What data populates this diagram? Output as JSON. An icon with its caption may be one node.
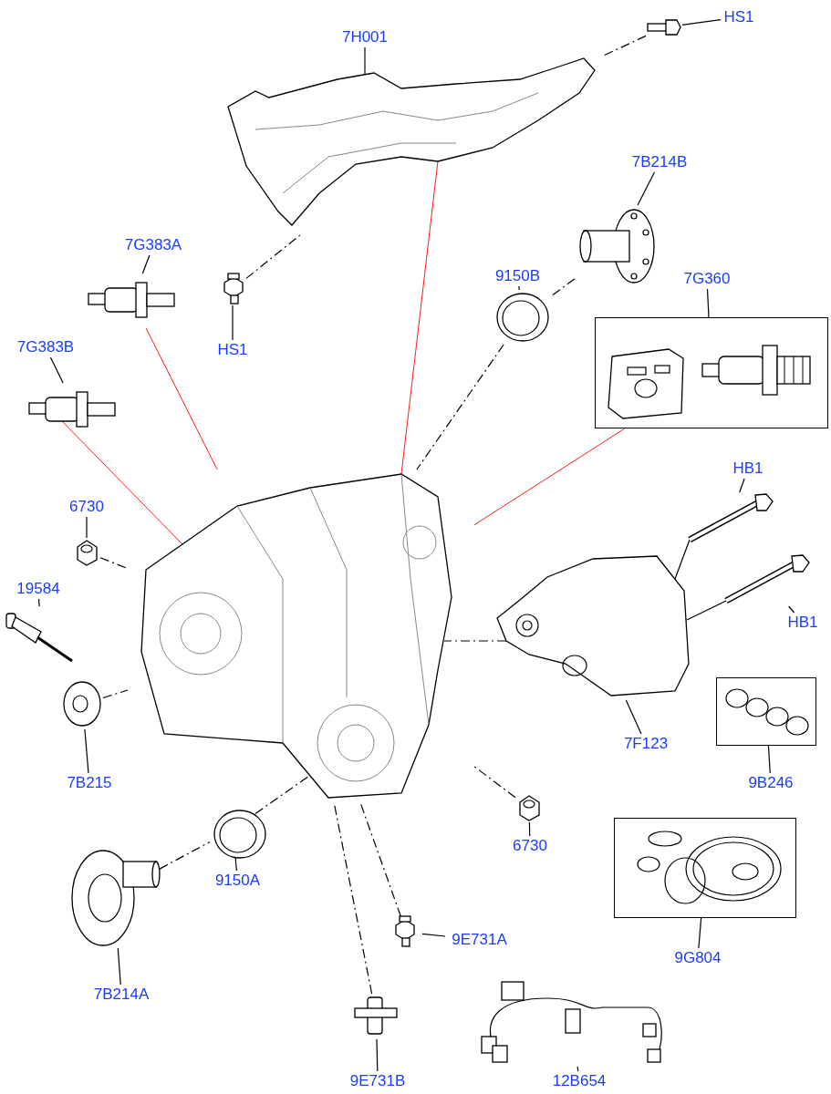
{
  "diagram": {
    "nodes": [
      {
        "text": [
          "HS1"
        ]
      },
      {
        "text": [],
        "shape": "picture"
      },
      {
        "text": [
          "7H001"
        ]
      },
      {
        "text": [],
        "shape": "picture"
      },
      {
        "text": [
          "7B214B"
        ]
      },
      {
        "text": [],
        "shape": "picture"
      },
      {
        "text": [
          "9150B"
        ]
      },
      {
        "text": [],
        "shape": "picture"
      },
      {
        "text": [
          "7G360"
        ]
      },
      {
        "text": [],
        "shape": "box"
      },
      {
        "text": [],
        "shape": "picture",
        "in": 9
      },
      {
        "text": [],
        "shape": "picture",
        "in": 9
      },
      {
        "text": [
          "7G383A"
        ]
      },
      {
        "text": [],
        "shape": "picture"
      },
      {
        "text": [
          "HS1"
        ]
      },
      {
        "text": [],
        "shape": "picture"
      },
      {
        "text": [
          "7G383B"
        ]
      },
      {
        "text": [],
        "shape": "picture"
      },
      {
        "text": [
          "6730"
        ]
      },
      {
        "text": [],
        "shape": "picture"
      },
      {
        "text": [
          "19584"
        ]
      },
      {
        "text": [],
        "shape": "picture"
      },
      {
        "text": [
          "HB1"
        ]
      },
      {
        "text": [],
        "shape": "picture"
      },
      {
        "text": [
          "HB1"
        ]
      },
      {
        "text": [],
        "shape": "picture"
      },
      {
        "text": [],
        "shape": "picture"
      },
      {
        "text": [
          "7F123"
        ]
      },
      {
        "text": [],
        "shape": "picture"
      },
      {
        "text": [
          "9B246"
        ]
      },
      {
        "text": [],
        "shape": "box"
      },
      {
        "text": [],
        "shape": "picture",
        "in": 30
      },
      {
        "text": [
          "7B215"
        ]
      },
      {
        "text": [],
        "shape": "picture"
      },
      {
        "text": [
          "6730"
        ]
      },
      {
        "text": [],
        "shape": "picture"
      },
      {
        "text": [
          "9150A"
        ]
      },
      {
        "text": [],
        "shape": "picture"
      },
      {
        "text": [
          "9G804"
        ]
      },
      {
        "text": [],
        "shape": "box"
      },
      {
        "text": [],
        "shape": "picture",
        "in": 39
      },
      {
        "text": [
          "7B214A"
        ]
      },
      {
        "text": [],
        "shape": "picture"
      },
      {
        "text": [
          "9E731A"
        ]
      },
      {
        "text": [],
        "shape": "picture"
      },
      {
        "text": [
          "9E731B"
        ]
      },
      {
        "text": [],
        "shape": "picture"
      },
      {
        "text": [
          "12B654"
        ]
      },
      {
        "text": [],
        "shape": "picture"
      }
    ],
    "edges": [
      {
        "from": 0,
        "to": 1,
        "arrow": "none"
      },
      {
        "from": 2,
        "to": 3,
        "arrow": "none"
      },
      {
        "from": 4,
        "to": 5,
        "arrow": "none"
      },
      {
        "from": 6,
        "to": 7,
        "arrow": "none"
      },
      {
        "from": 8,
        "to": 9,
        "arrow": "none"
      },
      {
        "from": 12,
        "to": 13,
        "arrow": "none"
      },
      {
        "from": 14,
        "to": 15,
        "arrow": "none"
      },
      {
        "from": 16,
        "to": 17,
        "arrow": "none"
      },
      {
        "from": 18,
        "to": 19,
        "arrow": "none"
      },
      {
        "from": 20,
        "to": 21,
        "arrow": "none"
      },
      {
        "from": 22,
        "to": 23,
        "arrow": "none"
      },
      {
        "from": 24,
        "to": 25,
        "arrow": "none"
      },
      {
        "from": 27,
        "to": 28,
        "arrow": "none"
      },
      {
        "from": 29,
        "to": 30,
        "arrow": "none"
      },
      {
        "from": 32,
        "to": 33,
        "arrow": "none"
      },
      {
        "from": 34,
        "to": 35,
        "arrow": "none"
      },
      {
        "from": 36,
        "to": 37,
        "arrow": "none"
      },
      {
        "from": 38,
        "to": 39,
        "arrow": "none"
      },
      {
        "from": 41,
        "to": 42,
        "arrow": "none"
      },
      {
        "from": 43,
        "to": 44,
        "arrow": "none"
      },
      {
        "from": 45,
        "to": 46,
        "arrow": "none"
      },
      {
        "from": 47,
        "to": 48,
        "arrow": "none"
      },
      {
        "from": 1,
        "to": 3,
        "arrow": "none",
        "style": "dashed"
      },
      {
        "from": 15,
        "to": 3,
        "arrow": "none",
        "style": "dashed"
      },
      {
        "from": 5,
        "to": 7,
        "arrow": "none",
        "style": "dashed"
      },
      {
        "from": 7,
        "to": 26,
        "arrow": "none",
        "style": "dashed"
      },
      {
        "from": 19,
        "to": 26,
        "arrow": "none",
        "style": "dashed"
      },
      {
        "from": 33,
        "to": 26,
        "arrow": "none",
        "style": "dashed"
      },
      {
        "from": 28,
        "to": 26,
        "arrow": "none",
        "style": "dashed"
      },
      {
        "from": 23,
        "to": 28,
        "arrow": "none"
      },
      {
        "from": 25,
        "to": 28,
        "arrow": "none"
      },
      {
        "from": 35,
        "to": 26,
        "arrow": "none",
        "style": "dashed"
      },
      {
        "from": 37,
        "to": 26,
        "arrow": "none",
        "style": "dashed"
      },
      {
        "from": 42,
        "to": 37,
        "arrow": "none",
        "style": "dashed"
      },
      {
        "from": 44,
        "to": 26,
        "arrow": "none",
        "style": "dashed"
      },
      {
        "from": 46,
        "to": 26,
        "arrow": "none",
        "style": "dashed"
      },
      {
        "from": 13,
        "to": 26,
        "arrow": "none",
        "color": "#ff0000"
      },
      {
        "from": 17,
        "to": 26,
        "arrow": "none",
        "color": "#ff0000"
      },
      {
        "from": 3,
        "to": 26,
        "arrow": "none",
        "color": "#ff0000"
      },
      {
        "from": 9,
        "to": 26,
        "arrow": "none",
        "color": "#ff0000"
      }
    ]
  }
}
